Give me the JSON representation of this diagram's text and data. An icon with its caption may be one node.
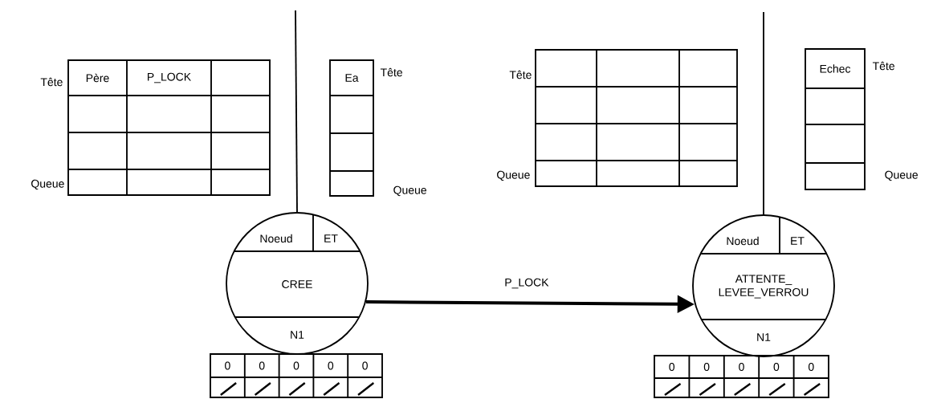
{
  "diagram": {
    "nodes": [
      {
        "text": [
          "Père",
          "P_LOCK"
        ],
        "beside": [
          "Tête",
          "Queue"
        ]
      },
      {
        "text": [
          "Ea"
        ],
        "beside": [
          "Tête",
          "Queue"
        ]
      },
      {
        "text": [
          "Noeud",
          "ET",
          "CREE",
          "N1"
        ]
      },
      {
        "text": [
          "0",
          "0",
          "0",
          "0",
          "0"
        ]
      },
      {
        "text": [],
        "shape": "box",
        "beside": [
          "Tête",
          "Queue"
        ]
      },
      {
        "text": [
          "Echec"
        ],
        "beside": [
          "Tête",
          "Queue"
        ]
      },
      {
        "text": [
          "Noeud",
          "ET",
          "ATTENTE_ LEVEE_VERROU",
          "N1"
        ]
      },
      {
        "text": [
          "0",
          "0",
          "0",
          "0",
          "0"
        ]
      }
    ],
    "edges": [
      {
        "from": null,
        "to": 2,
        "arrow": "none"
      },
      {
        "from": null,
        "to": 6,
        "arrow": "none"
      },
      {
        "from": 2,
        "to": 6,
        "arrow": "to",
        "label": "P_LOCK",
        "style": "thick"
      }
    ]
  }
}
